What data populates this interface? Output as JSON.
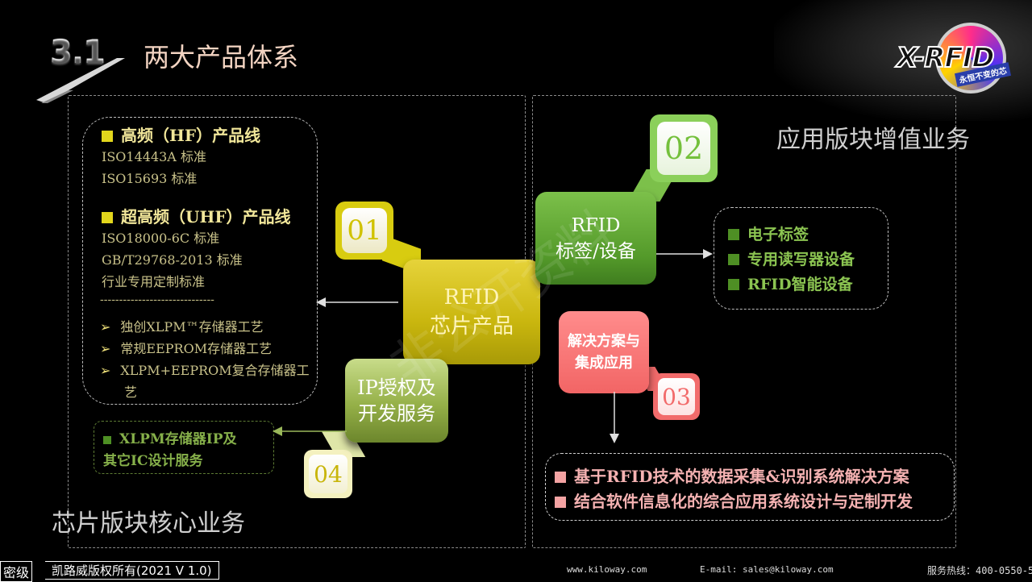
{
  "header": {
    "section_number": "3.1",
    "section_title": "两大产品体系"
  },
  "brand": {
    "logo": "X-RFID",
    "slogan": "永恒不变的芯"
  },
  "left": {
    "panel_title": "芯片版块核心业务",
    "hf": {
      "heading": "高频（HF）产品线",
      "lines": [
        "ISO14443A 标准",
        "ISO15693 标准"
      ]
    },
    "uhf": {
      "heading": "超高频（UHF）产品线",
      "lines": [
        "ISO18000-6C 标准",
        "GB/T29768-2013 标准",
        "行业专用定制标准"
      ]
    },
    "separator": "------------------------------",
    "process": [
      "独创XLPM™存储器工艺",
      "常规EEPROM存储器工艺",
      "XLPM+EEPROM复合存储器工",
      "艺"
    ],
    "ip_services": [
      "XLPM存储器IP及",
      "其它IC设计服务"
    ]
  },
  "center": {
    "chip": {
      "num": "01",
      "line1": "RFID",
      "line2": "芯片产品"
    },
    "tag": {
      "num": "02",
      "line1": "RFID",
      "line2": "标签/设备"
    },
    "solution": {
      "num": "03",
      "line1": "解决方案与",
      "line2": "集成应用"
    },
    "ip": {
      "num": "04",
      "line1": "IP授权及",
      "line2": "开发服务"
    }
  },
  "right": {
    "panel_title": "应用版块增值业务",
    "apps": [
      "电子标签",
      "专用读写器设备",
      "RFID智能设备"
    ],
    "solutions": [
      "基于RFID技术的数据采集&识别系统解决方案",
      "结合软件信息化的综合应用系统设计与定制开发"
    ]
  },
  "watermark": "非公开资料",
  "footer": {
    "secret": "密级",
    "copyright": "凯路威版权所有(2021 V 1.0)",
    "website": "www.kiloway.com",
    "email": "E-mail: sales@kiloway.com",
    "hotline": "服务热线：400-0550-5"
  },
  "colors": {
    "chip": "#d8cc10",
    "tag": "#7cc04a",
    "solution": "#f26b6b",
    "ip": "#95b048"
  }
}
